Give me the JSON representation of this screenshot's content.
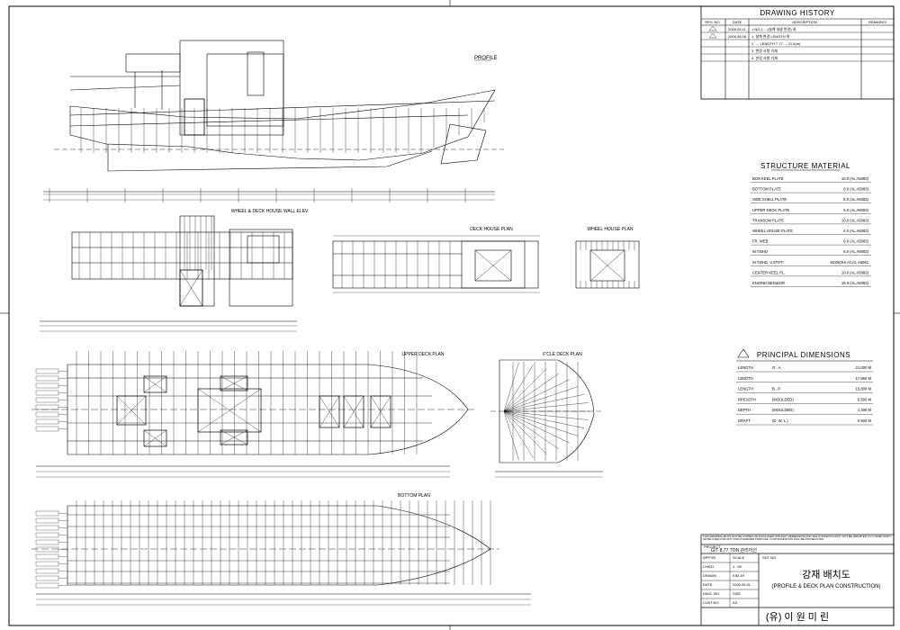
{
  "history": {
    "title": "DRAWING HISTORY",
    "headers": [
      "REV. NO.",
      "DATE",
      "DESCRIPTION",
      "REMARKS"
    ],
    "rows": [
      {
        "rev": "",
        "date": "2005.05.11",
        "desc": "1.NO.1 …(설계 내용 변경) 외"
      },
      {
        "rev": "",
        "date": "2005.06.06",
        "desc": "1. 설계 변경 LENGTH 외"
      },
      {
        "rev": "",
        "date": "",
        "desc": "2. … LENGTH 7.77 → 11.5(m)"
      },
      {
        "rev": "",
        "date": "",
        "desc": "3. 변경 사항 기재"
      },
      {
        "rev": "",
        "date": "",
        "desc": "4. 변경 사항 기재"
      }
    ]
  },
  "material": {
    "title": "STRUCTURE MATERIAL",
    "rows": [
      {
        "name": "BOX KEEL PLATE",
        "value": "10.0 (AL A5083)"
      },
      {
        "name": "BOTTOM PLATE",
        "value": "6.0 (AL A5083)"
      },
      {
        "name": "SIDE SHELL PLATE",
        "value": "6.0 (AL A5083)"
      },
      {
        "name": "UPPER DECK PLATE",
        "value": "6.0 (AL A5083)"
      },
      {
        "name": "TRANSOM PLATE",
        "value": "10.0 (AL A5083)"
      },
      {
        "name": "WHEEL HOUSE PLATE",
        "value": "4.0 (AL A5083)"
      },
      {
        "name": "FR. WEB",
        "value": "6.0 (AL A5083)"
      },
      {
        "name": "W.T.BHD",
        "value": "6.0 (AL A5083)"
      },
      {
        "name": "W.T.BHD. V.STIFF.",
        "value": "50X50X5-ACAL A6061"
      },
      {
        "name": "CENTER KEEL PL.",
        "value": "10.0 (AL A5083)"
      },
      {
        "name": "ENGINE BED&GIR.",
        "value": "15.0 (AL A5083)"
      }
    ]
  },
  "dimensions": {
    "title": "PRINCIPAL  DIMENSIONS",
    "rows": [
      {
        "name": "LENGTH",
        "sub": "O . A.",
        "value": "21.000 M"
      },
      {
        "name": "LENGTH",
        "sub": "",
        "value": "17.850 M"
      },
      {
        "name": "LENGTH",
        "sub": "B . P.",
        "value": "15.800 M"
      },
      {
        "name": "BREADTH",
        "sub": "(MOULDED)",
        "value": "5.500 M"
      },
      {
        "name": "DEPTH",
        "sub": "(MOULDED)",
        "value": "1.400 M"
      },
      {
        "name": "DRAFT",
        "sub": "(D. W. L.)",
        "value": "0.500 M"
      }
    ]
  },
  "views": {
    "profile": "PROFILE",
    "wheel_house": "WHEEL & DECK HOUSE WALL ELEV.",
    "deck_house_plan": "DECK HOUSE PLAN",
    "wheel_house_plan": "WHEEL HOUSE PLAN",
    "upper_deck_plan": "UPPER DECK PLAN",
    "fore_deck_plan": "F'CLE DECK PLAN",
    "bottom_plan": "BOTTOM PLAN"
  },
  "title_block": {
    "notice": "THIS DRAWING MUST NOT BE COPIED OR DISCLOSED WITHOUT PERMISSION AND THE CONTENTS MUST NOT BE IMPARTED TO A THIRD PARTY OR BE USED FOR ANY UNAUTHORIZED PURPOSE. CONTRAVENTION WILL BE PROSECUTED.",
    "project_label": "PROJECT",
    "project": "G/T 8.77 TON 관리어선",
    "fields": [
      {
        "label": "APP'VD",
        "value": ""
      },
      {
        "label": "CHK'D",
        "value": ""
      },
      {
        "label": "DRAWN",
        "value": "KIM JH"
      },
      {
        "label": "DATE",
        "value": "2005.05.01"
      },
      {
        "label": "DWG. NO.",
        "value": ""
      },
      {
        "label": "CUST.NO",
        "value": ""
      }
    ],
    "scale_label": "SCALE",
    "scale_value": "1 : 50",
    "sheet_label": "SHT NO",
    "size_label": "SIZE",
    "size_value": "A3",
    "title_ko": "강재 배치도",
    "title_en": "(PROFILE & DECK PLAN CONSTRUCTION)",
    "company": "(유) 이 원 미 린"
  }
}
